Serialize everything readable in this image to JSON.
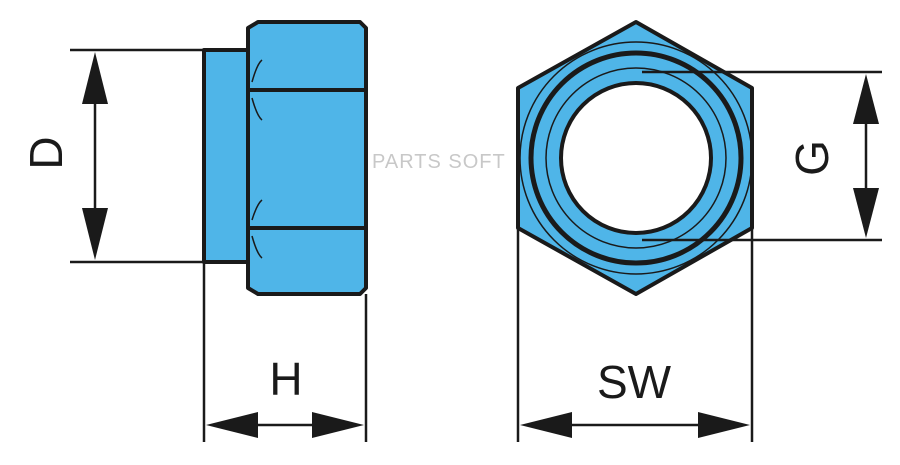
{
  "labels": {
    "d": "D",
    "h": "H",
    "sw": "SW",
    "g": "G"
  },
  "watermark": "PARTS SOFT",
  "colors": {
    "part_fill": "#4fb5e8",
    "outline": "#1a1a1a",
    "watermark": "#c8c8c8"
  }
}
